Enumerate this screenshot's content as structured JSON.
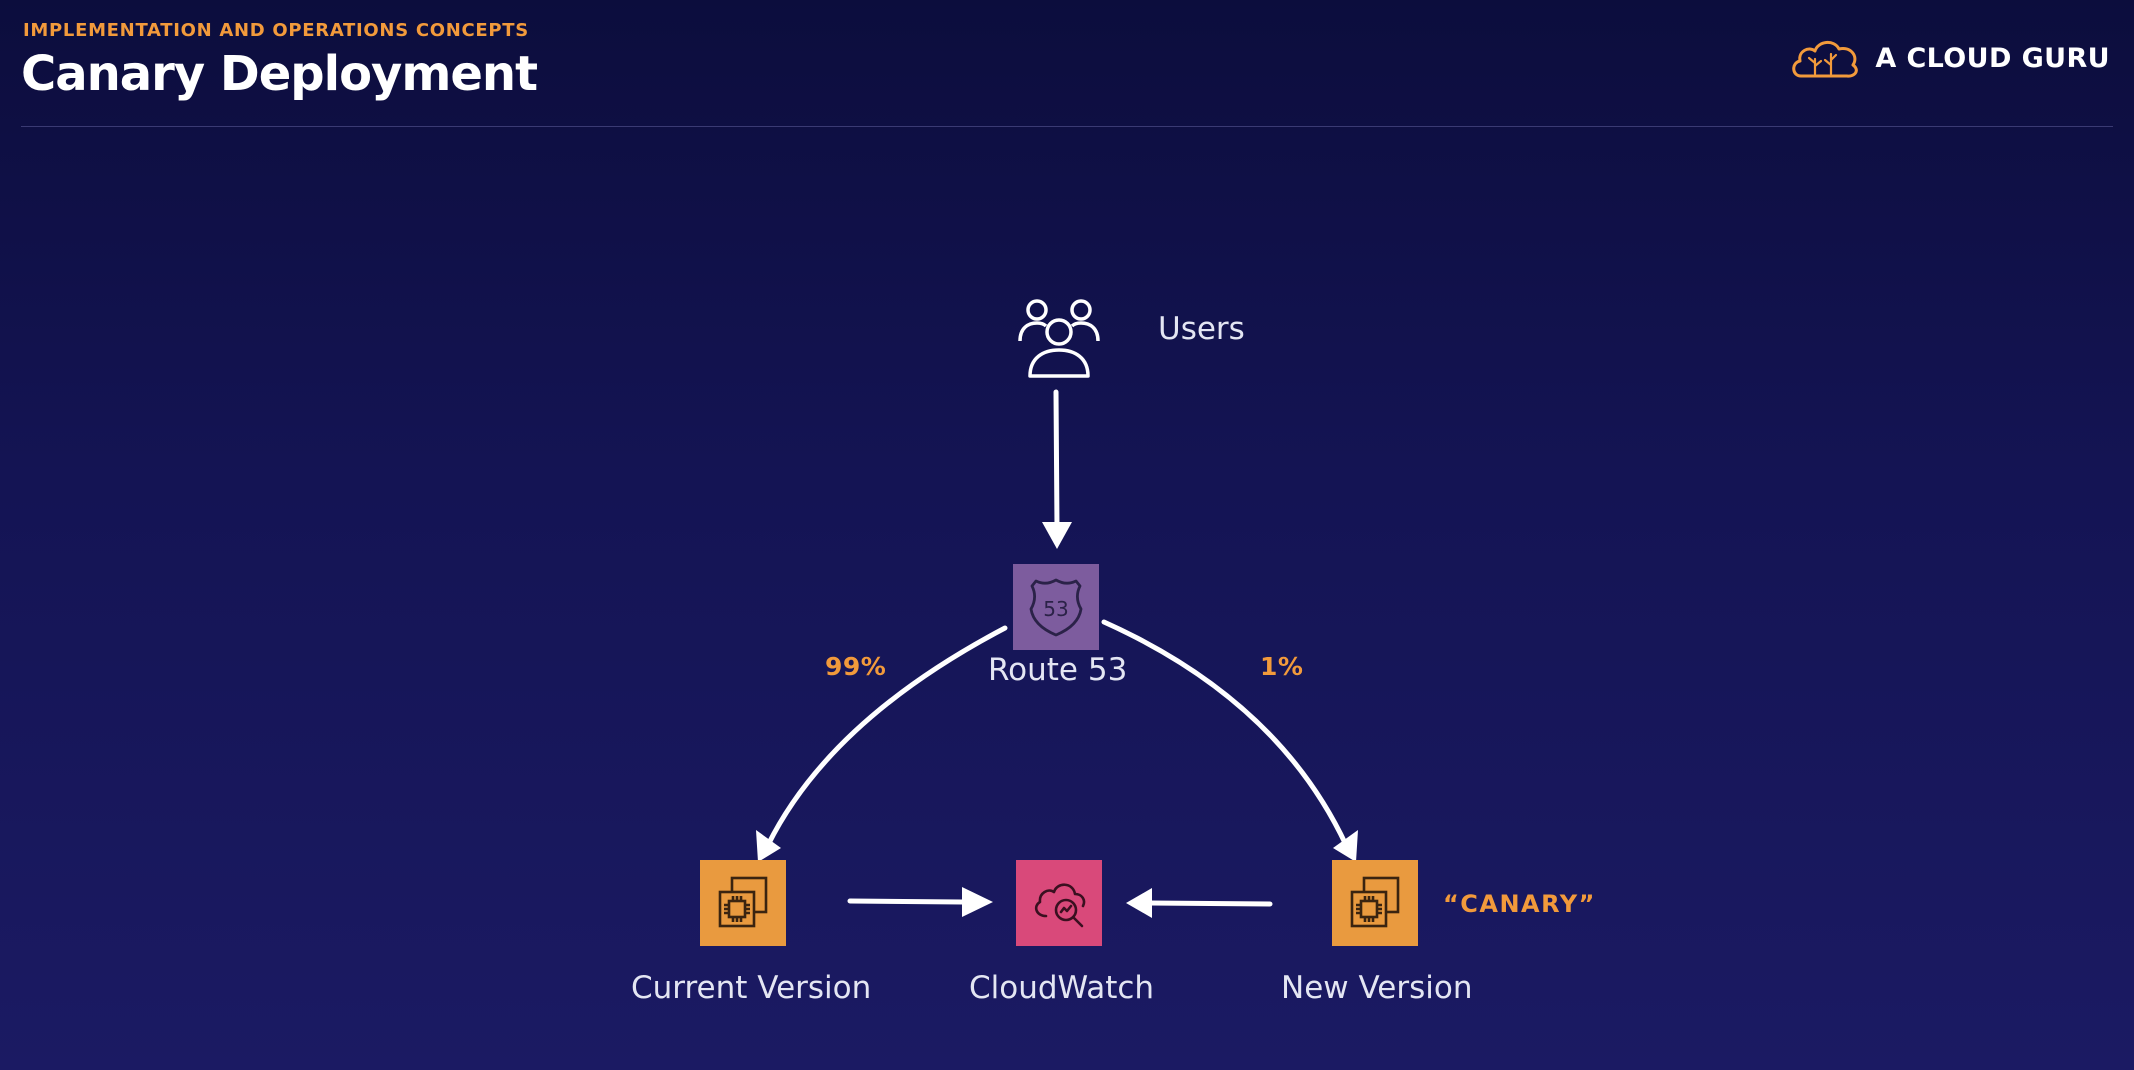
{
  "header": {
    "eyebrow": "IMPLEMENTATION AND OPERATIONS CONCEPTS",
    "title": "Canary Deployment"
  },
  "brand": {
    "name": "A CLOUD GURU",
    "logo_icon": "cloud-logo-icon"
  },
  "diagram": {
    "users": {
      "label": "Users",
      "icon": "users-icon"
    },
    "route53": {
      "label": "Route 53",
      "badge": "53",
      "icon": "route53-shield-icon",
      "color": "#7d5c9e"
    },
    "current": {
      "label": "Current Version",
      "icon": "ec2-instance-icon",
      "color": "#e99a3f"
    },
    "cloudwatch": {
      "label": "CloudWatch",
      "icon": "cloudwatch-icon",
      "color": "#d9497a"
    },
    "new": {
      "label": "New Version",
      "tag": "“CANARY”",
      "icon": "ec2-instance-icon",
      "color": "#e99a3f"
    },
    "traffic_current": "99%",
    "traffic_new": "1%"
  },
  "colors": {
    "accent": "#f29a3b",
    "background": "#141454",
    "text": "#e4e6f3"
  }
}
